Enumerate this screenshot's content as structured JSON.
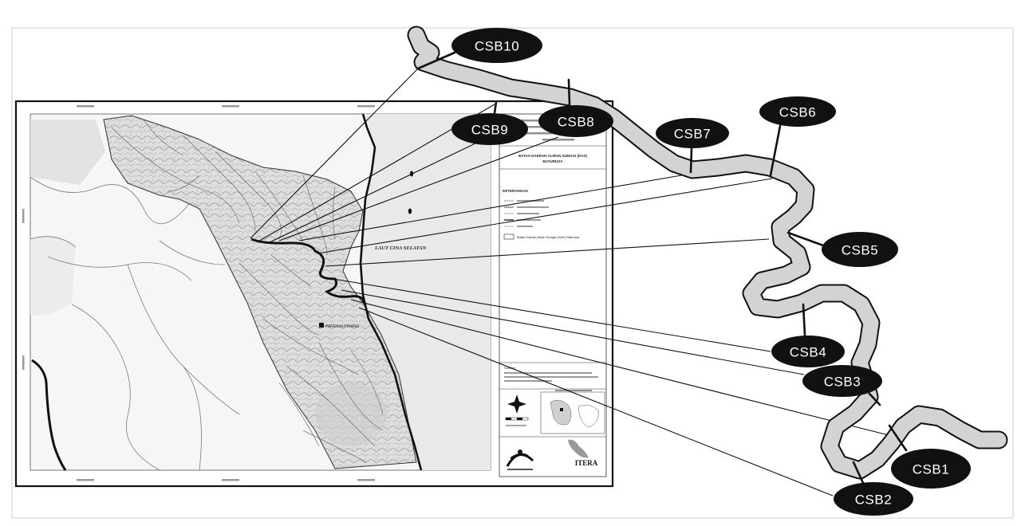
{
  "stations": [
    {
      "label": "CSB1"
    },
    {
      "label": "CSB2"
    },
    {
      "label": "CSB3"
    },
    {
      "label": "CSB4"
    },
    {
      "label": "CSB5"
    },
    {
      "label": "CSB6"
    },
    {
      "label": "CSB7"
    },
    {
      "label": "CSB8"
    },
    {
      "label": "CSB9"
    },
    {
      "label": "CSB10"
    }
  ],
  "map": {
    "sea_label": "LAUT CINA SELATAN",
    "city_label": "PANGKALPINANG"
  },
  "legend": {
    "title_line1": "BATAS DAERAH ALIRAN SUNGAI (DAS)",
    "title_line2": "BATURUSA",
    "heading": "KETERANGAN",
    "watershed_item": "Batas Daerah Aliran Sungai (DAS) Baturusa",
    "source_heading": "Sumber:"
  },
  "logos": {
    "institution": "ITERA"
  },
  "icons": {
    "north_arrow": "north-arrow-icon",
    "institution_logo": "logo-icon"
  },
  "colors": {
    "river_fill": "#d3d3d3",
    "river_outline": "#111111",
    "label_fill": "#111111",
    "label_text": "#ffffff",
    "sea_fill": "#e9e9e9",
    "watershed_fill": "#dedede"
  }
}
